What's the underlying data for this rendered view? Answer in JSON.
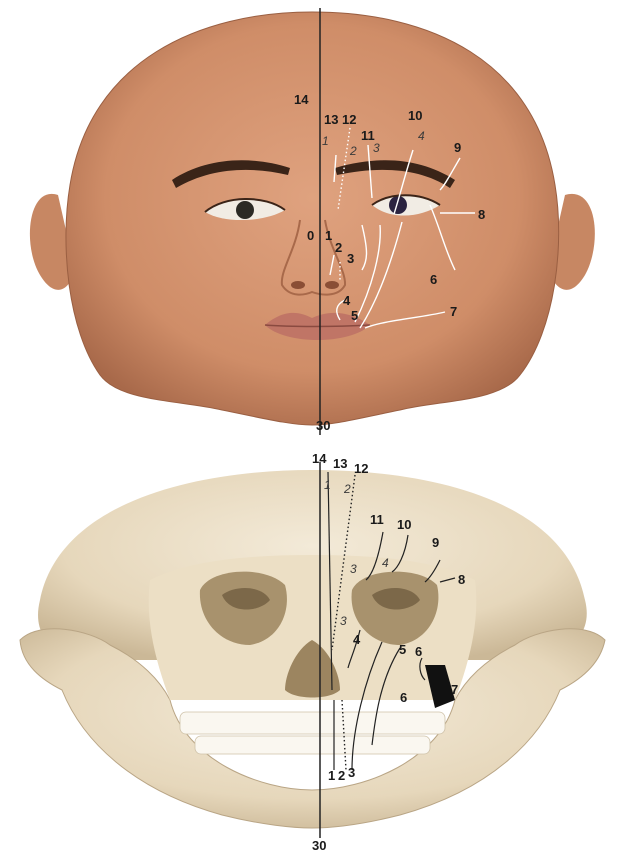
{
  "face": {
    "midline_label_top": "0",
    "midline_label_bottom": "30",
    "numbers": [
      "14",
      "13",
      "12",
      "11",
      "10",
      "9",
      "8",
      "7",
      "6",
      "5",
      "4",
      "3",
      "2",
      "1"
    ],
    "italics": [
      "1",
      "2",
      "3",
      "4"
    ]
  },
  "skull": {
    "midline_label_bottom": "30",
    "numbers": [
      "14",
      "13",
      "12",
      "11",
      "10",
      "9",
      "8",
      "7",
      "6",
      "6",
      "5",
      "4",
      "3",
      "2",
      "1"
    ],
    "italics": [
      "1",
      "2",
      "3",
      "3",
      "4"
    ]
  }
}
